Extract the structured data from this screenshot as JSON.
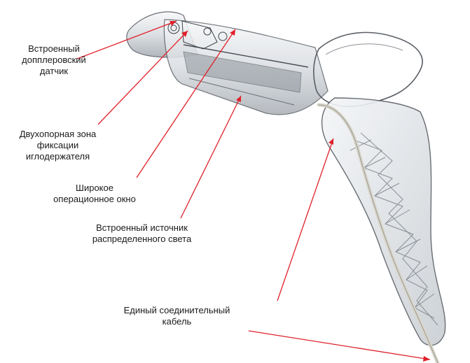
{
  "labels": {
    "doppler": "Встроенный\nдопплеровский\nдатчик",
    "needle_holder": "Двухопорная зона\nфиксации\nиглодержателя",
    "window": "Широкое\nоперационное окно",
    "light": "Встроенный источник\nраспределенного света",
    "cable": "Единый соединительный\nкабель"
  },
  "colors": {
    "pointer": "#e0202a",
    "body_outline": "#5a5f66",
    "body_fill": "#e9ecef",
    "cable": "#d9d6cc"
  }
}
